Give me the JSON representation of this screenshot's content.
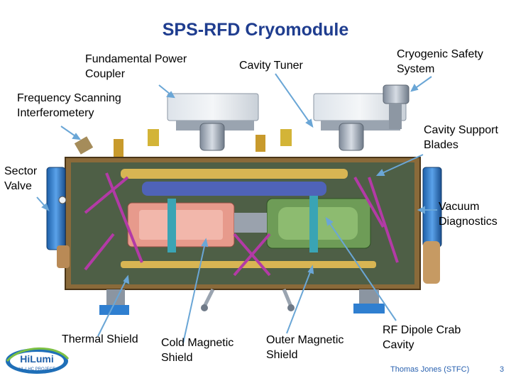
{
  "title": "SPS-RFD Cryomodule",
  "labels": {
    "fpc": "Fundamental Power Coupler",
    "tuner": "Cavity Tuner",
    "safety": "Cryogenic Safety System",
    "fsi": "Frequency Scanning Interferometery",
    "blades": "Cavity Support Blades",
    "sector_valve": "Sector Valve",
    "vacuum": "Vacuum Diagnostics",
    "thermal": "Thermal Shield",
    "cold_mag": "Cold Magnetic Shield",
    "outer_mag": "Outer Magnetic Shield",
    "rfd": "RF Dipole Crab Cavity"
  },
  "footer": {
    "author": "Thomas Jones (STFC)",
    "page": "3"
  },
  "logo": {
    "name": "HiLumi",
    "sub": "HL-LHC PROJECT"
  },
  "colors": {
    "title": "#1f3d8f",
    "arrow": "#6aa6d6",
    "vessel_frame": "#8a6a3a",
    "vessel_inside": "#4e5f46",
    "cavity_left": "#e79a8c",
    "cavity_right": "#6e9c57",
    "struts": "#b33aa6",
    "valves": "#2f7fd0"
  }
}
